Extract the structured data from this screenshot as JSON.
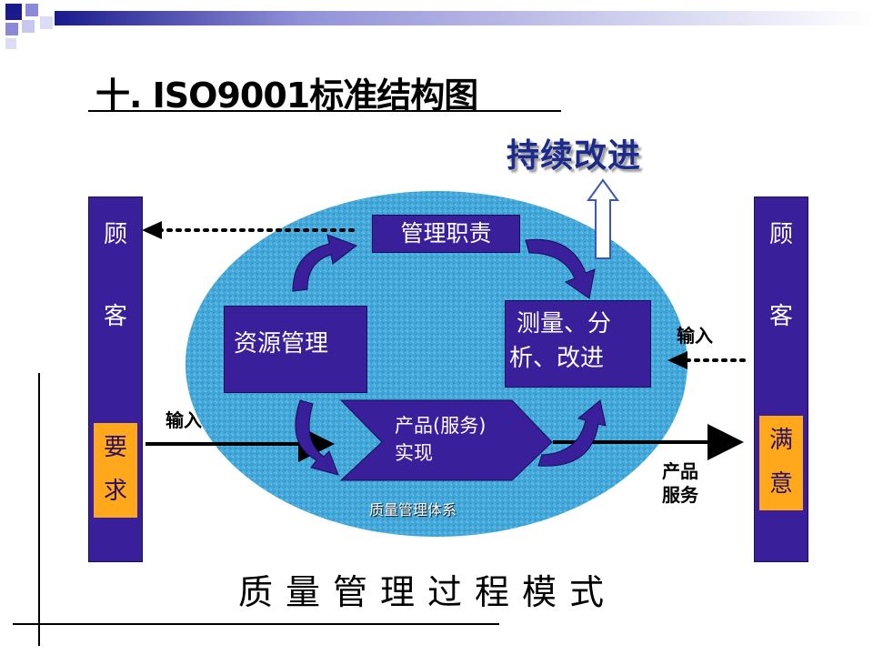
{
  "title": "十. ISO9001标准结构图",
  "improvement": "持续改进",
  "customer_left": {
    "chars": [
      "顾",
      "客"
    ],
    "need": [
      "要",
      "求"
    ]
  },
  "customer_right": {
    "chars": [
      "顾",
      "客"
    ],
    "satisfaction": [
      "满",
      "意"
    ]
  },
  "management_responsibility": "管理职责",
  "resource_management": "资源管理",
  "measurement": [
    "测量、分",
    "析、改进"
  ],
  "product_realization": [
    "产品(服务)",
    "实现"
  ],
  "qms_label": "质量管理体系",
  "input_left": "输入",
  "input_right": "输入",
  "output": [
    "产品",
    "服务"
  ],
  "bottom_title": "质量管理过程模式",
  "colors": {
    "navy": "#3a1f9a",
    "orange": "#ffa81c",
    "ellipse": "#4aaedd",
    "title_blue": "#1c2a8c"
  }
}
